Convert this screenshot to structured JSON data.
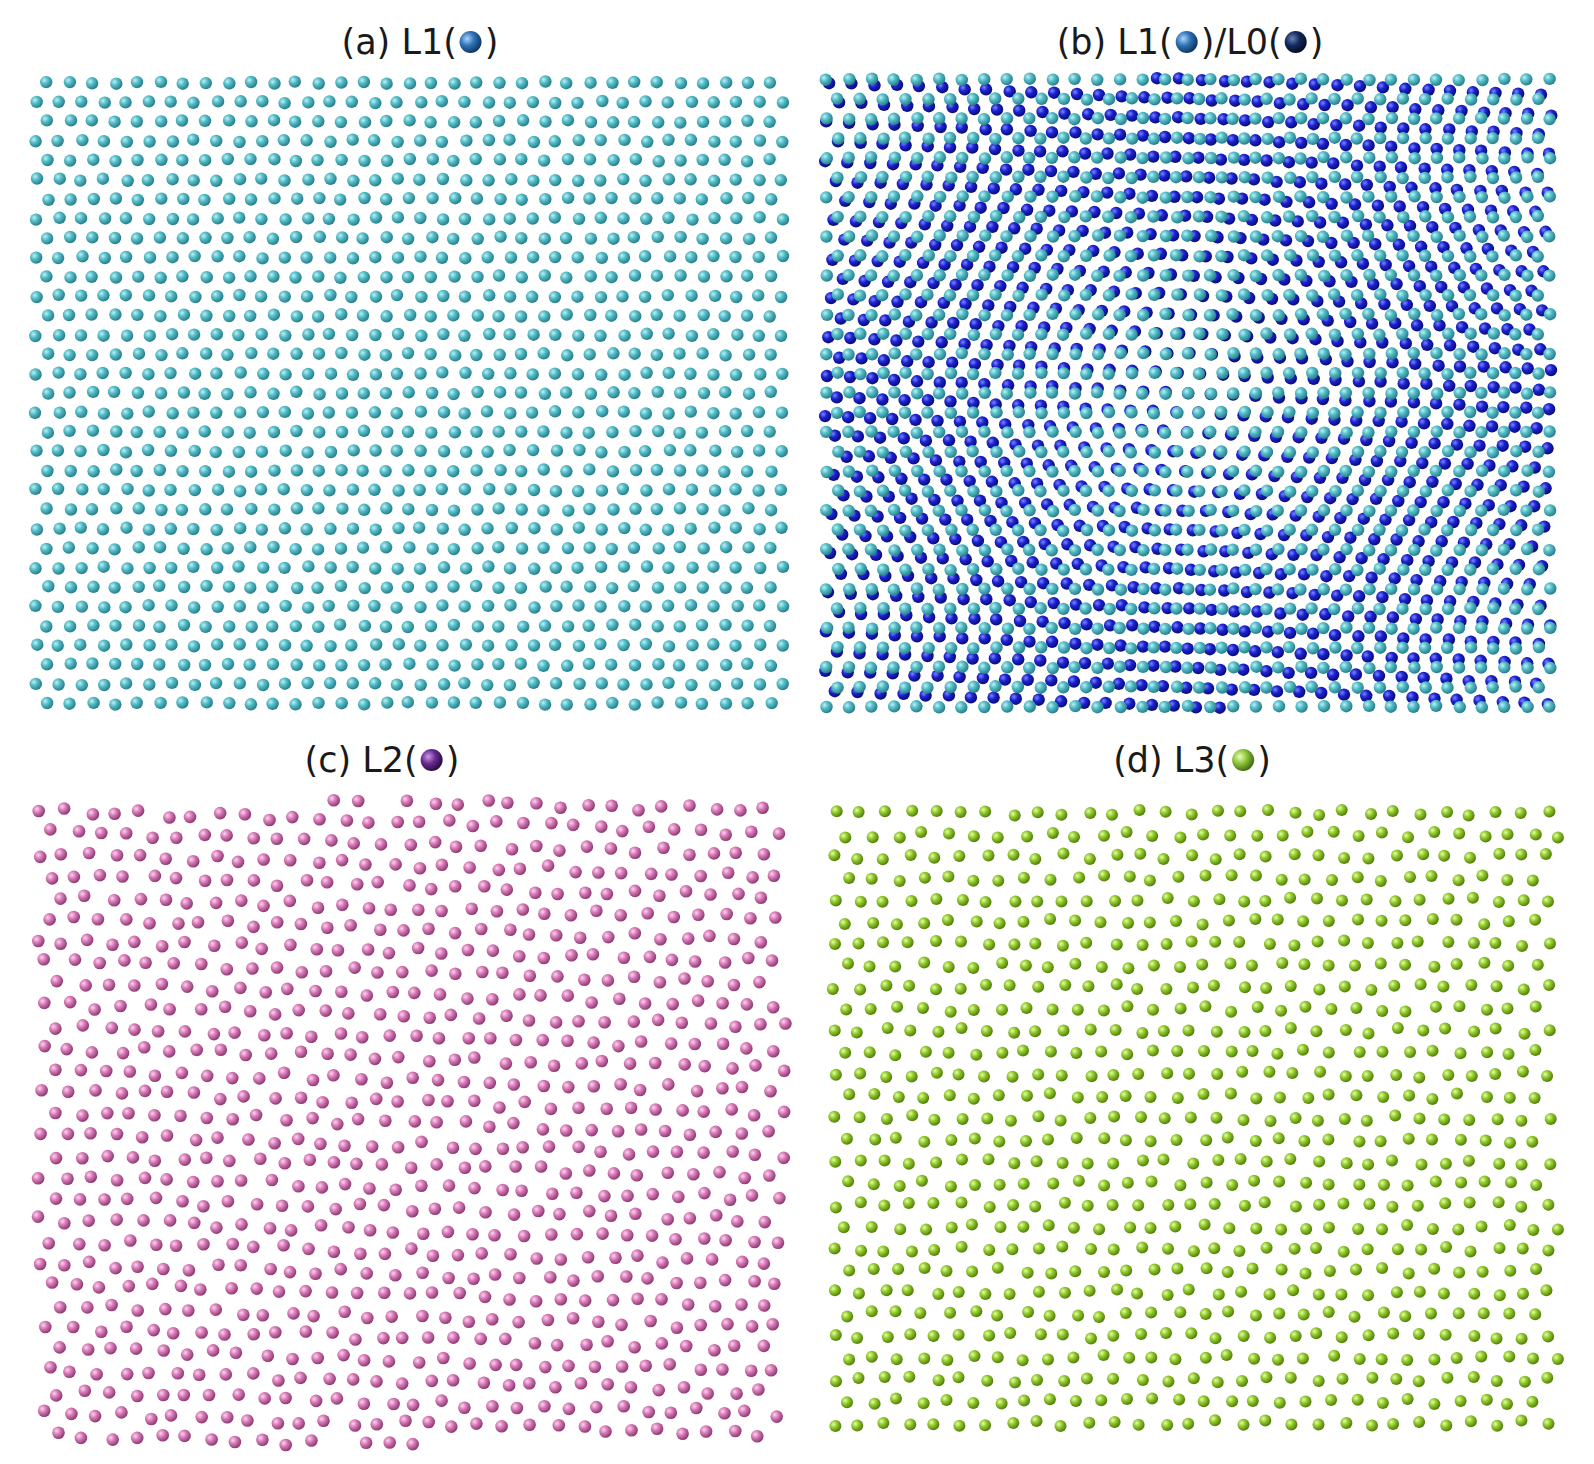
{
  "diagram": {
    "labels": [
      "(a) L1(",
      ")",
      "(b) L1(",
      ")/L0(",
      ")",
      "(c) L2(",
      ")",
      "(d) L3(",
      ")"
    ]
  }
}
